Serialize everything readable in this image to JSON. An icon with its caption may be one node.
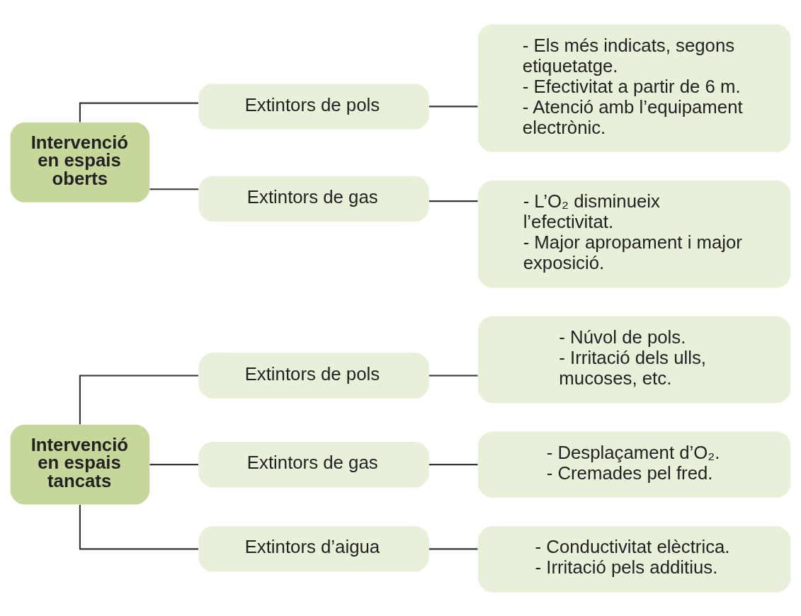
{
  "diagram": {
    "nodes": [
      {
        "text": [
          "Intervenció en espais tancats"
        ]
      },
      {
        "text": [
          "Extintors de pols"
        ]
      },
      {
        "text": [
          "- Núvol de pols.",
          "- Irritació dels ulls, mucoses, etc."
        ]
      },
      {
        "text": [
          "Extintors de gas"
        ]
      },
      {
        "text": [
          "- Desplaçament d’O₂.",
          "- Cremades pel fred."
        ]
      },
      {
        "text": [
          "Extintors d’aigua"
        ]
      },
      {
        "text": [
          "- Conductivitat elèctrica.",
          "- Irritació pels additius."
        ]
      },
      {
        "text": [
          "Intervenció en espais oberts"
        ]
      },
      {
        "text": [
          "Extintors de pols"
        ]
      },
      {
        "text": [
          "- Els més indicats, segons etiquetatge.",
          "- Efectivitat a partir de 6 m.",
          "- Atenció amb l’equipament electrònic."
        ]
      },
      {
        "text": [
          "Extintors de gas"
        ]
      },
      {
        "text": [
          "- L’O₂ disminueix l’efectivitat.",
          "- Major apropament i major exposició."
        ]
      }
    ],
    "edges": [
      {
        "from": 0,
        "to": 1,
        "arrow": "none"
      },
      {
        "from": 0,
        "to": 3,
        "arrow": "none"
      },
      {
        "from": 0,
        "to": 5,
        "arrow": "none"
      },
      {
        "from": 1,
        "to": 2,
        "arrow": "none"
      },
      {
        "from": 3,
        "to": 4,
        "arrow": "none"
      },
      {
        "from": 5,
        "to": 6,
        "arrow": "none"
      },
      {
        "from": 7,
        "to": 8,
        "arrow": "none"
      },
      {
        "from": 7,
        "to": 10,
        "arrow": "none"
      },
      {
        "from": 8,
        "to": 9,
        "arrow": "none"
      },
      {
        "from": 10,
        "to": 11,
        "arrow": "none"
      }
    ]
  }
}
